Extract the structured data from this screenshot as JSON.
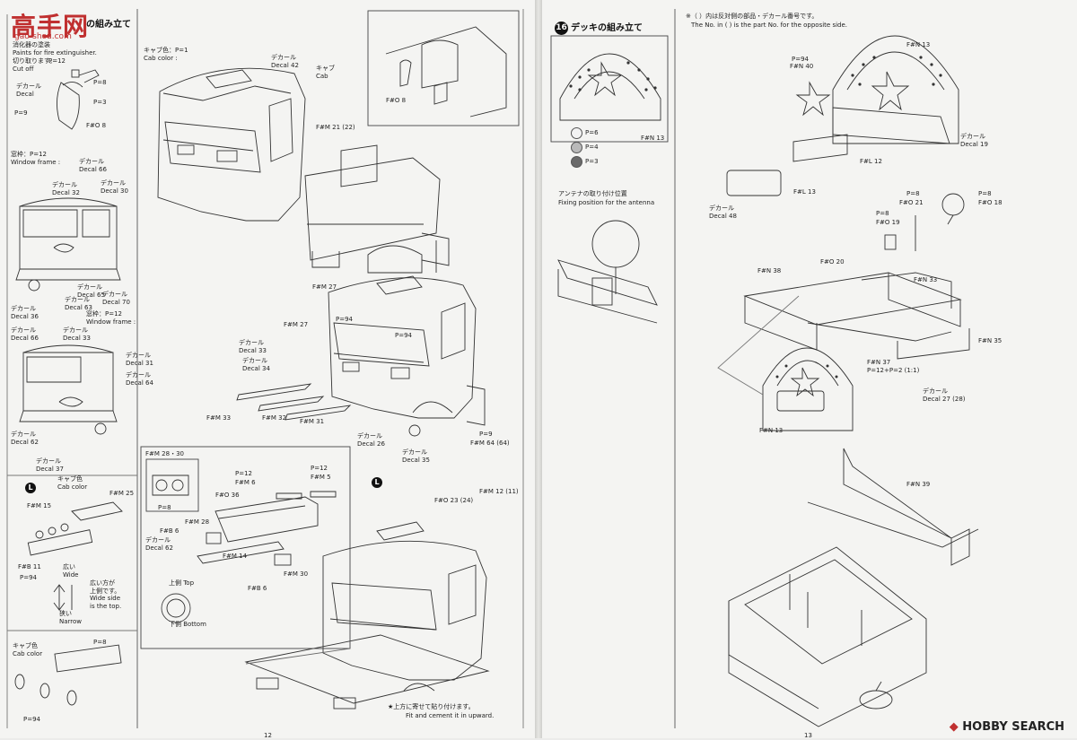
{
  "watermark": {
    "main": "高手网",
    "sub": "gao-shou.com"
  },
  "left": {
    "step_title": "の組み立て",
    "labels": [
      {
        "id": "fe-jp",
        "text": "消化器の塗装"
      },
      {
        "id": "fe-en",
        "text": "Paints for fire extinguisher."
      },
      {
        "id": "fe-p12",
        "text": "P=12"
      },
      {
        "id": "fe-cut-jp",
        "text": "切り取ります。"
      },
      {
        "id": "fe-cut-en",
        "text": "Cut off"
      },
      {
        "id": "fe-p8",
        "text": "P=8"
      },
      {
        "id": "fe-decal",
        "text": "デカール\nDecal"
      },
      {
        "id": "fe-p3",
        "text": "P=3"
      },
      {
        "id": "fe-p9",
        "text": "P=9"
      },
      {
        "id": "fe-fo8",
        "text": "F#O 8"
      },
      {
        "id": "wf-label",
        "text": "窓枠：P=12\nWindow frame :"
      },
      {
        "id": "d-66",
        "text": "デカール\nDecal 66"
      },
      {
        "id": "d-32a",
        "text": "デカール\nDecal 32"
      },
      {
        "id": "d-30a",
        "text": "デカール\nDecal 30"
      },
      {
        "id": "d-36",
        "text": "デカール\nDecal 36"
      },
      {
        "id": "d-63",
        "text": "デカール\nDecal 63"
      },
      {
        "id": "d-65",
        "text": "デカール\nDecal 65"
      },
      {
        "id": "d-70",
        "text": "デカール\nDecal 70"
      },
      {
        "id": "d-66b",
        "text": "デカール\nDecal 66"
      },
      {
        "id": "wf-label2",
        "text": "窓枠：P=12\nWindow frame :"
      },
      {
        "id": "d-31",
        "text": "デカール\nDecal 31"
      },
      {
        "id": "d-33",
        "text": "デカール\nDecal 33"
      },
      {
        "id": "d-64",
        "text": "デカール\nDecal 64"
      },
      {
        "id": "d-62",
        "text": "デカール\nDecal 62"
      },
      {
        "id": "d-37",
        "text": "デカール\nDecal 37"
      },
      {
        "id": "cab-top",
        "text": "キャブ色：P=1\nCab color :"
      },
      {
        "id": "d-42",
        "text": "デカール\nDecal 42"
      },
      {
        "id": "cab-label",
        "text": "キャブ\nCab"
      },
      {
        "id": "fm21",
        "text": "F#M 21 (22)"
      },
      {
        "id": "fo8b",
        "text": "F#O 8"
      },
      {
        "id": "fm27a",
        "text": "F#M 27"
      },
      {
        "id": "fm27b",
        "text": "F#M 27"
      },
      {
        "id": "d-33b",
        "text": "デカール\nDecal 33"
      },
      {
        "id": "d-34",
        "text": "デカール\nDecal 34"
      },
      {
        "id": "fm33",
        "text": "F#M 33"
      },
      {
        "id": "fm32",
        "text": "F#M 32"
      },
      {
        "id": "fm31",
        "text": "F#M 31"
      },
      {
        "id": "d-26",
        "text": "デカール\nDecal 26"
      },
      {
        "id": "d-35",
        "text": "デカール\nDecal 35"
      },
      {
        "id": "p94a",
        "text": "P=94"
      },
      {
        "id": "p94b",
        "text": "P=94"
      },
      {
        "id": "p9",
        "text": "P=9"
      },
      {
        "id": "fm64",
        "text": "F#M 64 (64)"
      },
      {
        "id": "fo23",
        "text": "F#O 23 (24)"
      },
      {
        "id": "fm12",
        "text": "F#M 12 (11)"
      },
      {
        "id": "l-cab",
        "text": "キャブ色\nCab color"
      },
      {
        "id": "fm15",
        "text": "F#M 15"
      },
      {
        "id": "fm25",
        "text": "F#M 25"
      },
      {
        "id": "fb11",
        "text": "F#B 11"
      },
      {
        "id": "p94c",
        "text": "P=94"
      },
      {
        "id": "wide",
        "text": "広い\nWide"
      },
      {
        "id": "wide-note",
        "text": "広い方が\n上側です。\nWide side\nis the top."
      },
      {
        "id": "narrow",
        "text": "狭い\nNarrow"
      },
      {
        "id": "cab-color3",
        "text": "キャブ色\nCab color"
      },
      {
        "id": "p8b",
        "text": "P=8"
      },
      {
        "id": "p94d",
        "text": "P=94"
      },
      {
        "id": "fm2830",
        "text": "F#M 28・30"
      },
      {
        "id": "p8c",
        "text": "P=8"
      },
      {
        "id": "fo36",
        "text": "F#O 36"
      },
      {
        "id": "p12a",
        "text": "P=12"
      },
      {
        "id": "fm6",
        "text": "F#M 6"
      },
      {
        "id": "p12b",
        "text": "P=12"
      },
      {
        "id": "fm5",
        "text": "F#M 5"
      },
      {
        "id": "fm28",
        "text": "F#M 28"
      },
      {
        "id": "fb6",
        "text": "F#B 6"
      },
      {
        "id": "d-62b",
        "text": "デカール\nDecal 62"
      },
      {
        "id": "fm14",
        "text": "F#M 14"
      },
      {
        "id": "fm30",
        "text": "F#M 30"
      },
      {
        "id": "fb6b",
        "text": "F#B 6"
      },
      {
        "id": "top",
        "text": "上側 Top"
      },
      {
        "id": "bottom",
        "text": "下側 Bottom"
      },
      {
        "id": "fit-jp",
        "text": "★上方に寄せて貼り付けます。"
      },
      {
        "id": "fit-en",
        "text": "Fit and cement it in upward."
      }
    ],
    "page_num": "12"
  },
  "right": {
    "step_num": "16",
    "step_title": "デッキの組み立て",
    "note_jp": "※（ ）内は反対側の部品・デカール番号です。",
    "note_en": "The No. in (  ) is the part No. for the opposite side.",
    "swatches": [
      {
        "label": "P=6",
        "color": "#f3f3f3"
      },
      {
        "label": "P=4",
        "color": "#b9b9b9"
      },
      {
        "label": "P=3",
        "color": "#6a6a6a"
      }
    ],
    "fn13a": "F#N 13",
    "antenna_jp": "アンテナの取り付け位置",
    "antenna_en": "Fixing position for the antenna",
    "labels": [
      {
        "id": "fn13b",
        "text": "F#N 13"
      },
      {
        "id": "p94e",
        "text": "P=94"
      },
      {
        "id": "fn40",
        "text": "F#N 40"
      },
      {
        "id": "decal19",
        "text": "デカール\nDecal 19"
      },
      {
        "id": "fl12",
        "text": "F#L 12"
      },
      {
        "id": "fl13",
        "text": "F#L 13"
      },
      {
        "id": "decal48",
        "text": "デカール\nDecal 48"
      },
      {
        "id": "p8d",
        "text": "P=8"
      },
      {
        "id": "fo21",
        "text": "F#O 21"
      },
      {
        "id": "p8e",
        "text": "P=8"
      },
      {
        "id": "fo18",
        "text": "F#O 18"
      },
      {
        "id": "p8f",
        "text": "P=8"
      },
      {
        "id": "fo19",
        "text": "F#O 19"
      },
      {
        "id": "fo20",
        "text": "F#O 20"
      },
      {
        "id": "fn38",
        "text": "F#N 38"
      },
      {
        "id": "fn33",
        "text": "F#N 33"
      },
      {
        "id": "fn35",
        "text": "F#N 35"
      },
      {
        "id": "fn37",
        "text": "F#N 37\nP=12+P=2 (1:1)"
      },
      {
        "id": "decal2",
        "text": "デカール\nDecal 27 (28)"
      },
      {
        "id": "fn13c",
        "text": "F#N 13"
      },
      {
        "id": "fn39",
        "text": "F#N 39"
      }
    ],
    "page_num": "13"
  },
  "hobby_search": {
    "brand_mark": "◆",
    "text": "HOBBY SEARCH"
  }
}
